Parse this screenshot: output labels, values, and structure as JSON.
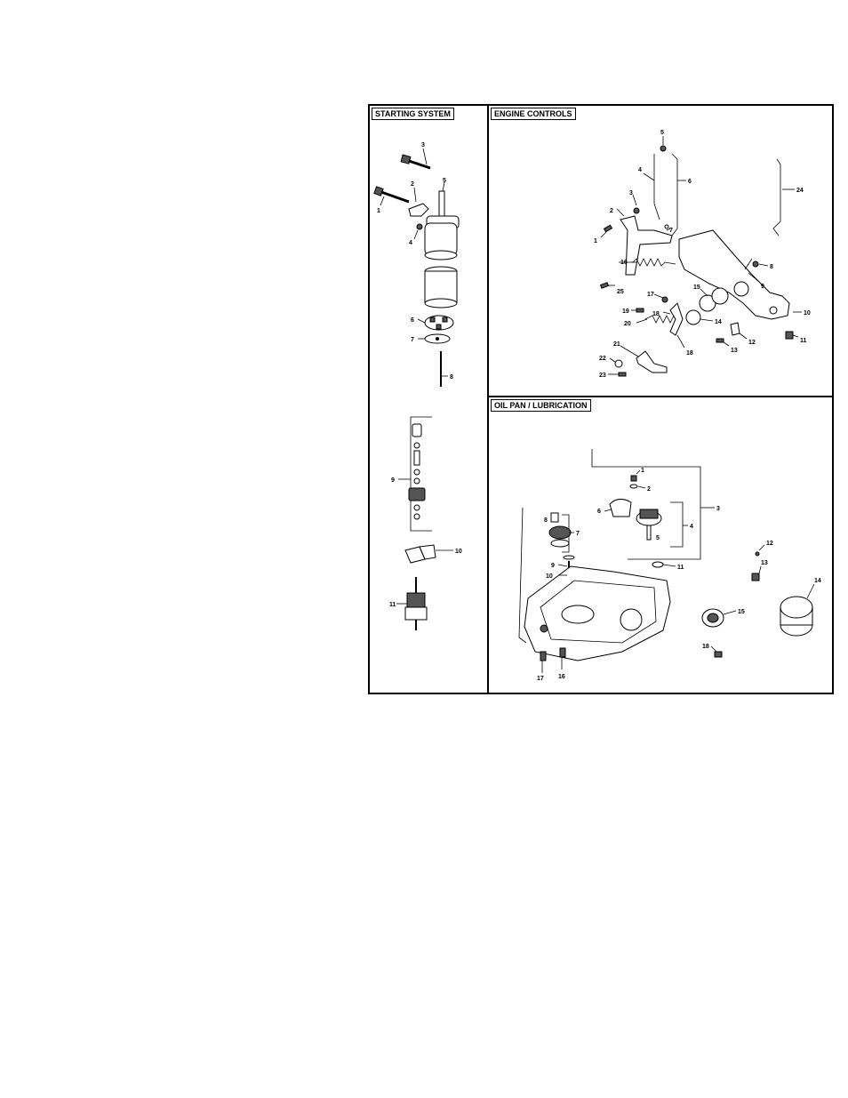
{
  "panels": {
    "starting": {
      "title": "STARTING SYSTEM",
      "callouts": [
        "1",
        "2",
        "3",
        "4",
        "5",
        "6",
        "7",
        "8",
        "9",
        "10",
        "11"
      ]
    },
    "engine": {
      "title": "ENGINE CONTROLS",
      "callouts": [
        "1",
        "2",
        "3",
        "4",
        "5",
        "6",
        "7",
        "8",
        "9",
        "10",
        "11",
        "12",
        "13",
        "14",
        "15",
        "16",
        "17",
        "18",
        "19",
        "20",
        "21",
        "22",
        "23",
        "24",
        "25",
        "18"
      ]
    },
    "oil": {
      "title": "OIL PAN / LUBRICATION",
      "callouts": [
        "1",
        "2",
        "3",
        "4",
        "5",
        "6",
        "7",
        "8",
        "9",
        "10",
        "11",
        "12",
        "13",
        "14",
        "15",
        "16",
        "17",
        "18"
      ]
    }
  }
}
